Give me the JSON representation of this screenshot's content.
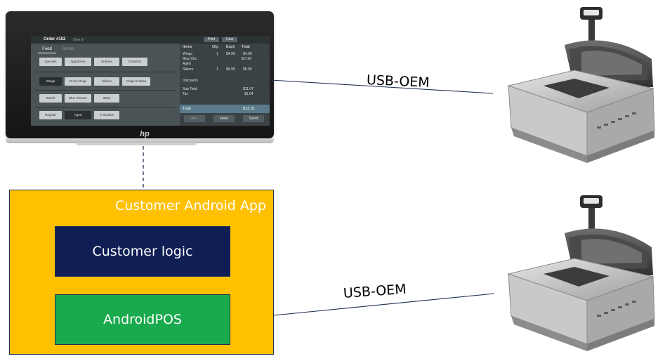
{
  "diagram": {
    "pos_terminal": {
      "icon": "hp-pos-tablet",
      "brand_mark": "hp",
      "screen": {
        "order_title": "Order #152",
        "order_sub": "Dine In",
        "top_buttons": [
          "Print",
          "Cast"
        ],
        "tabs": [
          "Food",
          "Drinks"
        ],
        "category_row": [
          "Specials",
          "Appetizers",
          "Entrees",
          "Desserts"
        ],
        "item_row": [
          "Wings",
          "Onion Rings",
          "Sliders",
          "Chips & Salsa"
        ],
        "sauce_row": [
          "Ranch",
          "Blue Cheese",
          "BBQ"
        ],
        "spice_row": [
          "Regular",
          "Aged",
          "X-tra Blue"
        ],
        "ticket_headers": [
          "Items",
          "Qty.",
          "Each",
          "Total"
        ],
        "ticket_lines": [
          {
            "item": "Wings",
            "qty": "1",
            "each": "$4.99",
            "total": "$4.99"
          },
          {
            "item": "Blue Chz",
            "qty": "",
            "each": "",
            "total": "$ 0.99"
          },
          {
            "item": "Aged",
            "qty": "",
            "each": "",
            "total": ""
          },
          {
            "item": "Sliders",
            "qty": "1",
            "each": "$5.99",
            "total": "$5.99"
          }
        ],
        "discounts_label": "Discounts",
        "subtotal_label": "Sub Total",
        "subtotal_value": "$11.97",
        "tax_label": "Tax",
        "tax_value": "$1.04",
        "total_label": "Total",
        "total_value": "$13.01",
        "action_buttons": [
          "+ / -",
          "Hold",
          "Send"
        ]
      }
    },
    "app_container": {
      "title": "Customer Android App",
      "color": "#ffc000",
      "customer_logic": {
        "label": "Customer logic",
        "color": "#0f1e54"
      },
      "android_pos": {
        "label": "AndroidPOS",
        "color": "#1aaa4e"
      }
    },
    "connections": [
      {
        "label": "USB-OEM",
        "from": "pos_terminal",
        "to": "scanner_1"
      },
      {
        "label": "USB-OEM",
        "from": "android_pos",
        "to": "scanner_2"
      }
    ],
    "scanners": [
      {
        "icon": "bioptic-scanner-scale"
      },
      {
        "icon": "bioptic-scanner-scale"
      }
    ],
    "colors": {
      "line": "#1f2f4f",
      "label_text": "#000000"
    }
  }
}
